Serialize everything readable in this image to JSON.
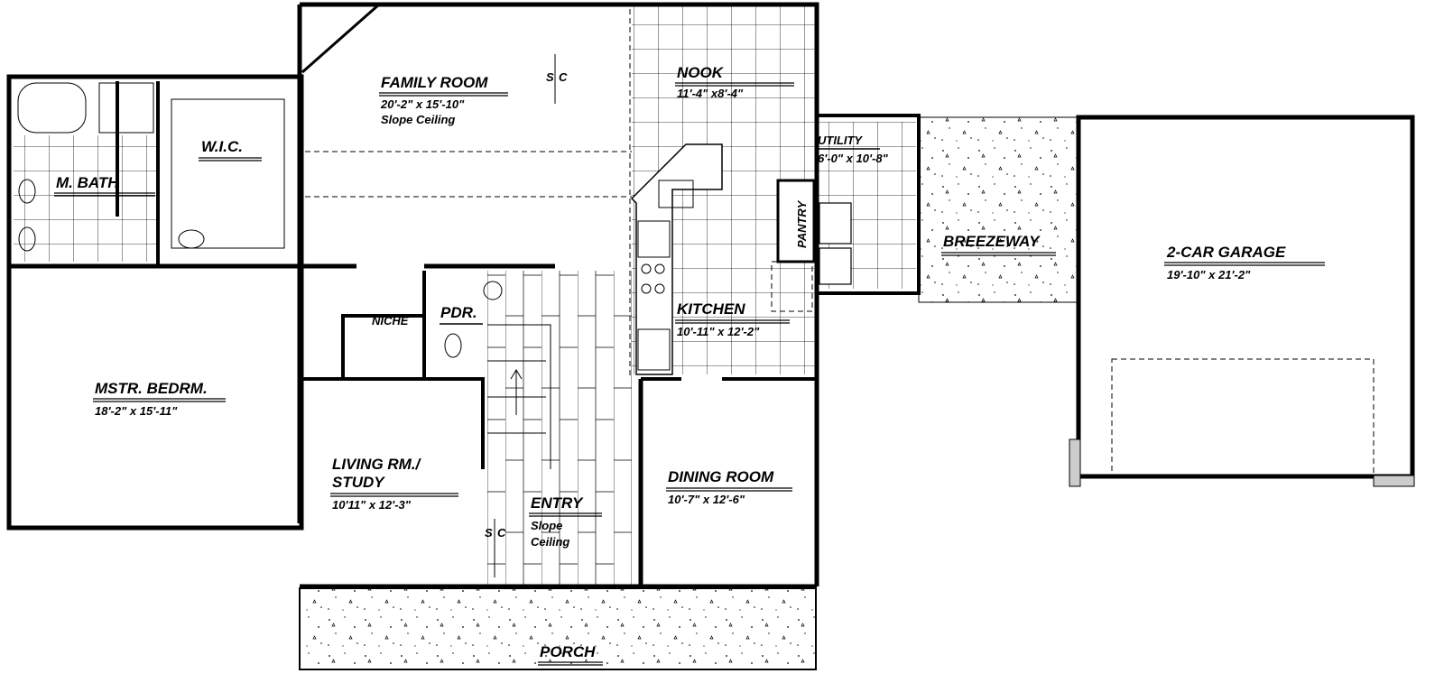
{
  "rooms": {
    "family_room": {
      "name": "FAMILY ROOM",
      "dims": "20'-2\" x 15'-10\"",
      "note": "Slope Ceiling"
    },
    "nook": {
      "name": "NOOK",
      "dims": "11'-4\" x8'-4\""
    },
    "utility": {
      "name": "UTILITY",
      "dims": "6'-0\" x 10'-8\""
    },
    "pantry": {
      "name": "PANTRY"
    },
    "breezeway": {
      "name": "BREEZEWAY"
    },
    "garage": {
      "name": "2-CAR GARAGE",
      "dims": "19'-10\" x 21'-2\""
    },
    "wic": {
      "name": "W.I.C."
    },
    "master_bath": {
      "name": "M. BATH"
    },
    "master_bedroom": {
      "name": "MSTR. BEDRM.",
      "dims": "18'-2\" x 15'-11\""
    },
    "niche": {
      "name": "NICHE"
    },
    "powder": {
      "name": "PDR."
    },
    "kitchen": {
      "name": "KITCHEN",
      "dims": "10'-11\" x 12'-2\""
    },
    "living": {
      "name_line1": "LIVING RM./",
      "name_line2": "STUDY",
      "dims": "10'11\" x 12'-3\""
    },
    "entry": {
      "name": "ENTRY",
      "note_line1": "Slope",
      "note_line2": "Ceiling"
    },
    "dining": {
      "name": "DINING ROOM",
      "dims": "10'-7\" x 12'-6\""
    },
    "porch": {
      "name": "PORCH"
    }
  },
  "annotations": {
    "slope_s": "S",
    "slope_c": "C"
  }
}
